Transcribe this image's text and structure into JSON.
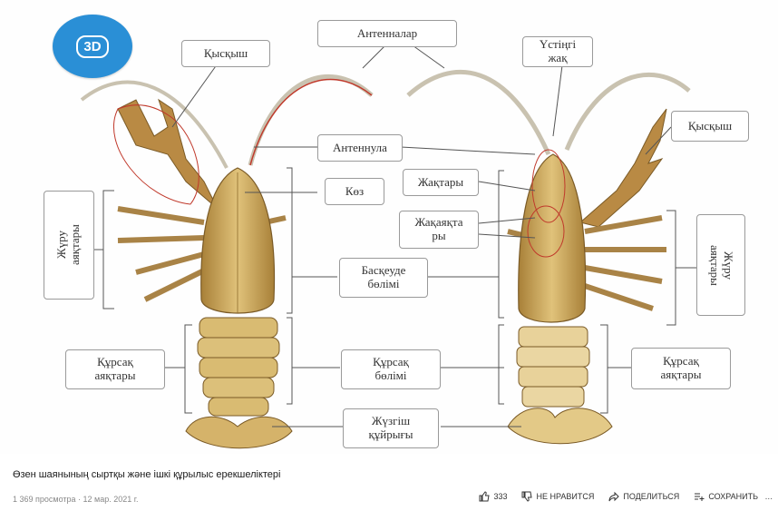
{
  "video": {
    "badge": "3D",
    "title": "Өзен шаянының сыртқы және ішкі құрылыс ерекшеліктері",
    "meta": "1 369 просмотра · 12 мар. 2021 г.",
    "actions": {
      "like": "333",
      "dislike": "НЕ НРАВИТСЯ",
      "share": "ПОДЕЛИТЬСЯ",
      "save": "СОХРАНИТЬ",
      "more": "..."
    }
  },
  "labels": {
    "antennae": "Антенналар",
    "upper_jaw": "Үстіңгі\nжақ",
    "claw_left": "Қысқыш",
    "claw_right": "Қысқыш",
    "antennule": "Антеннула",
    "eye": "Көз",
    "jaws": "Жақтары",
    "maxillipeds": "Жақаяқта\nры",
    "walking_legs_left": "Жүру\nаяқтары",
    "walking_legs_right": "Жүру\nаяқтары",
    "cephalothorax": "Басқеуде\nбөлімі",
    "abdominal_legs_left": "Құрсақ\nаяқтары",
    "abdominal_legs_right": "Құрсақ\nаяқтары",
    "abdomen": "Құрсақ\nбөлімі",
    "tail_fin": "Жүзгіш\nқұйрығы"
  },
  "colors": {
    "body": "#c9a45a",
    "body_dark": "#8e6a2a",
    "body_light": "#e6cc8a",
    "highlight": "#d23a3a",
    "badge": "#2a8fd6"
  }
}
